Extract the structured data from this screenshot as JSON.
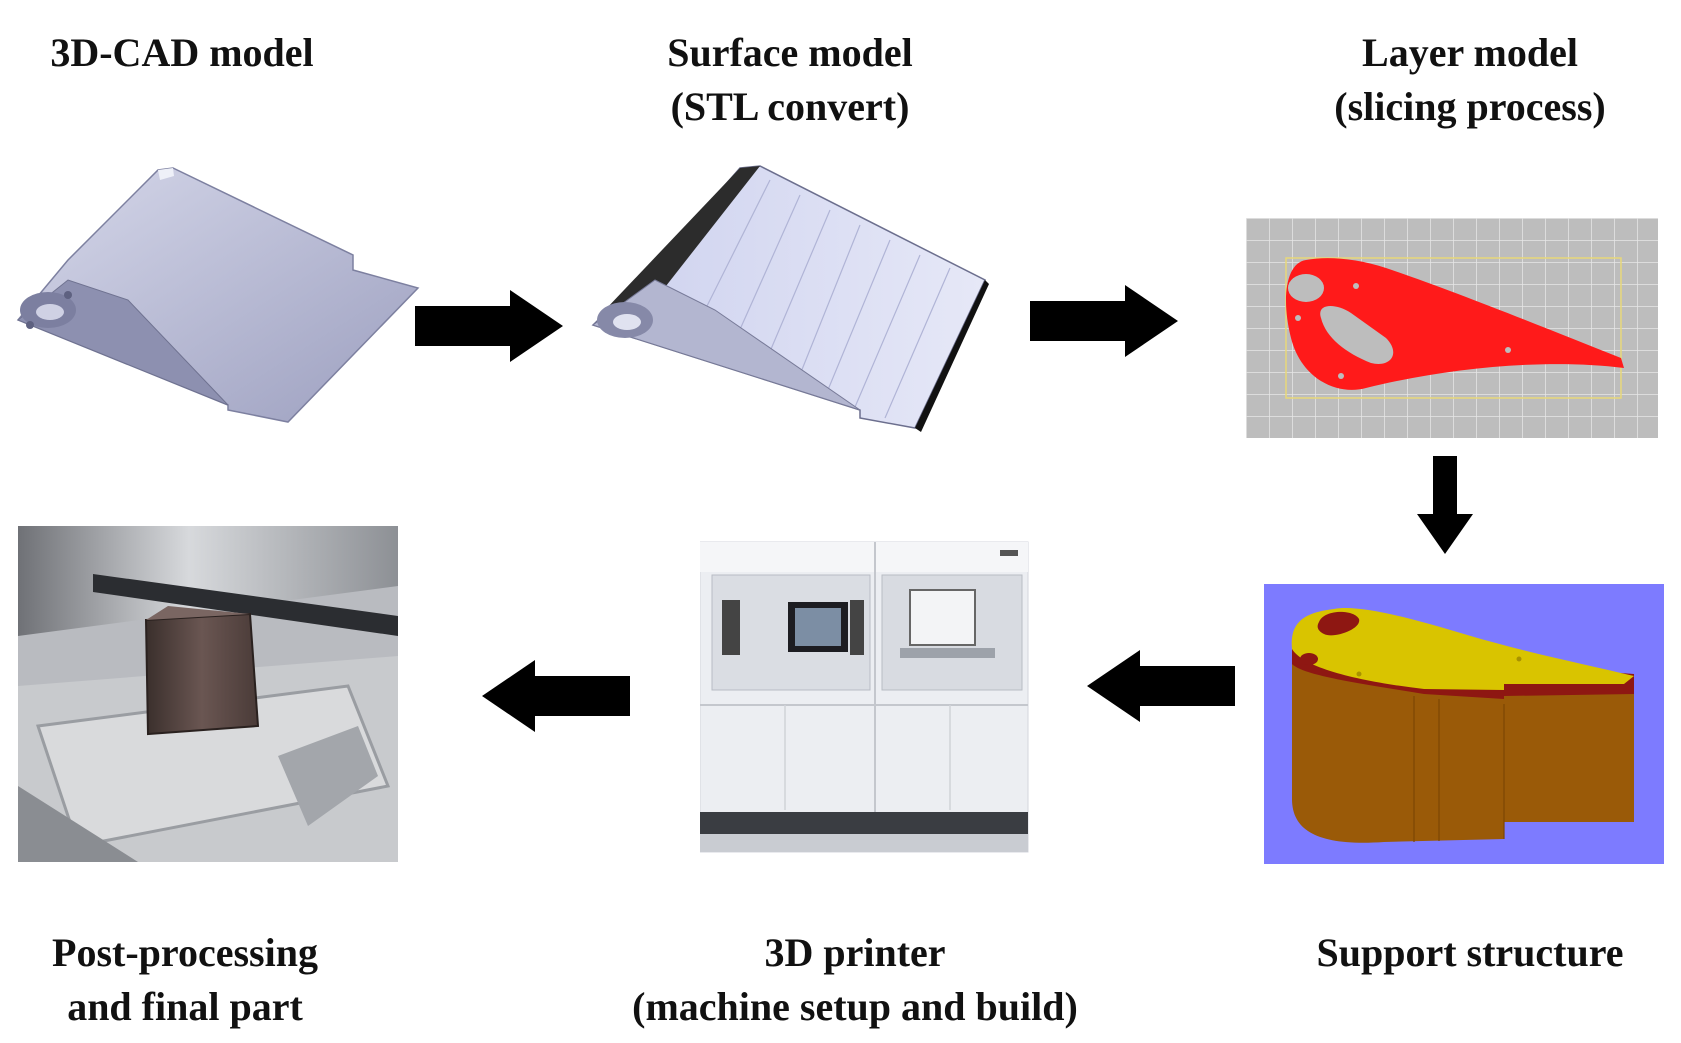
{
  "steps": {
    "cad": {
      "line1": "3D-CAD model"
    },
    "surface": {
      "line1": "Surface model",
      "line2": "(STL convert)"
    },
    "layer": {
      "line1": "Layer model",
      "line2": "(slicing process)"
    },
    "support": {
      "line1": "Support structure"
    },
    "printer": {
      "line1": "3D printer",
      "line2": "(machine setup and build)"
    },
    "post": {
      "line1": "Post-processing",
      "line2": "and final part"
    }
  },
  "colors": {
    "arrow": "#000000",
    "cad_metal": "#b9bcd6",
    "slice_red": "#ff1a1a",
    "slice_grid": "#bdbdbd",
    "support_bg": "#7d7bff",
    "support_yellow": "#d9c400",
    "support_brown": "#9a5a08",
    "support_dark_red": "#8e1712"
  }
}
